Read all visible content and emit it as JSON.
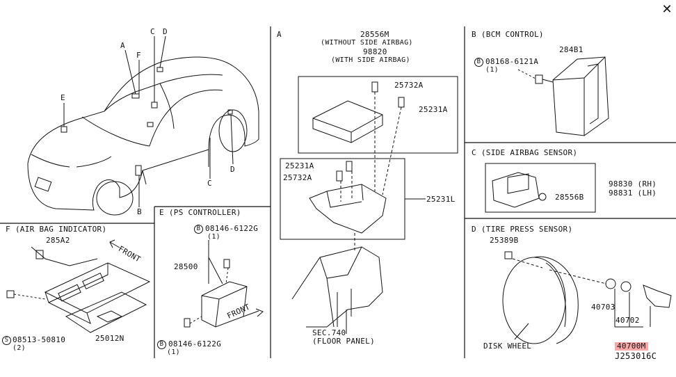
{
  "close_label": "✕",
  "car": {
    "A": "A",
    "B": "B",
    "C_top": "C",
    "D_top": "D",
    "E": "E",
    "F": "F",
    "C_bottom": "C",
    "D_bottom": "D"
  },
  "section_a": {
    "letter": "A",
    "part_28556M": "28556M",
    "without_side_airbag": "(WITHOUT SIDE AIRBAG)",
    "part_98820": "98820",
    "with_side_airbag": "(WITH SIDE AIRBAG)",
    "p25732A_top": "25732A",
    "p25231A_top": "25231A",
    "p25231A_left": "25231A",
    "p25732A_left": "25732A",
    "p25231L": "25231L",
    "sec740": "SEC.740",
    "floor_panel": "(FLOOR PANEL)"
  },
  "section_b": {
    "title": "B (BCM CONTROL)",
    "bolt_circle": "B",
    "bolt_part": "08168-6121A",
    "bolt_qty": "(1)",
    "part_284B1": "284B1"
  },
  "section_c": {
    "title": "C (SIDE AIRBAG SENSOR)",
    "p28556B": "28556B",
    "p98830": "98830 (RH)",
    "p98831": "98831 (LH)"
  },
  "section_d": {
    "title": "D (TIRE PRESS SENSOR)",
    "p25389B": "25389B",
    "p40703": "40703",
    "p40702": "40702",
    "disk_wheel": "DISK WHEEL",
    "p40700M": "40700M",
    "diagram_code": "J253016C"
  },
  "section_e": {
    "title": "E (PS CONTROLLER)",
    "bolt_top_circle": "B",
    "bolt_top": "08146-6122G",
    "bolt_top_qty": "(1)",
    "p28500": "28500",
    "front": "FRONT",
    "bolt_bottom_circle": "B",
    "bolt_bottom": "08146-6122G",
    "bolt_bottom_qty": "(1)"
  },
  "section_f": {
    "title": "F (AIR BAG INDICATOR)",
    "p285A2": "285A2",
    "front": "FRONT",
    "screw_circle": "S",
    "screw": "08513-50810",
    "screw_qty": "(2)",
    "p25012N": "25012N"
  }
}
